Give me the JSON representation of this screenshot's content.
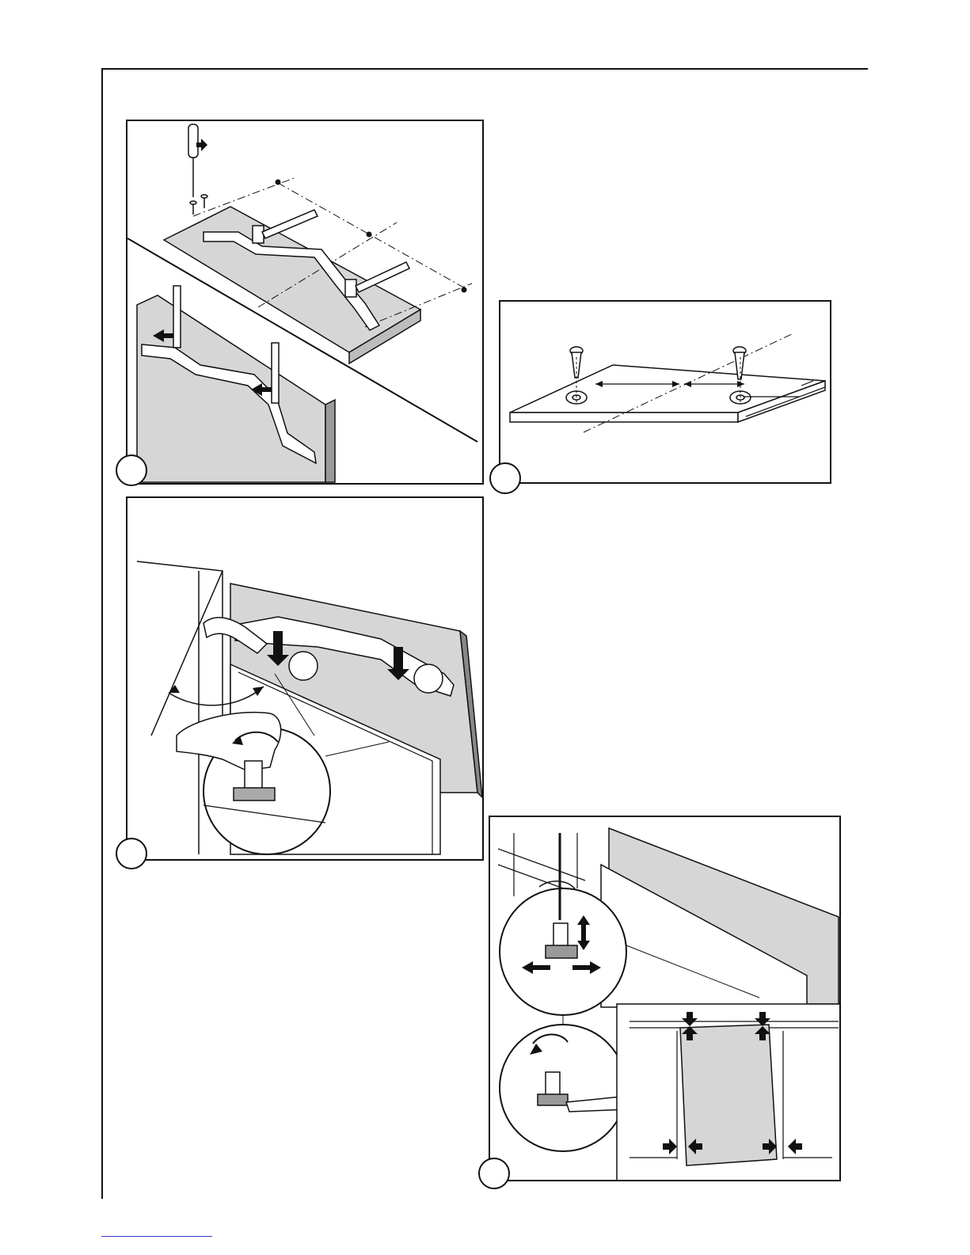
{
  "page": {
    "figures": [
      {
        "id": "fig-1",
        "description_label": ""
      },
      {
        "id": "fig-2",
        "description_label": ""
      },
      {
        "id": "fig-3",
        "description_label": ""
      },
      {
        "id": "fig-4",
        "description_label": ""
      }
    ]
  },
  "colors": {
    "line": "#111111",
    "panel_fill": "#d6d6d6",
    "door_edge": "#7a7a7a",
    "arrow": "#111111",
    "footer_link_line": "#3a3ad0"
  }
}
